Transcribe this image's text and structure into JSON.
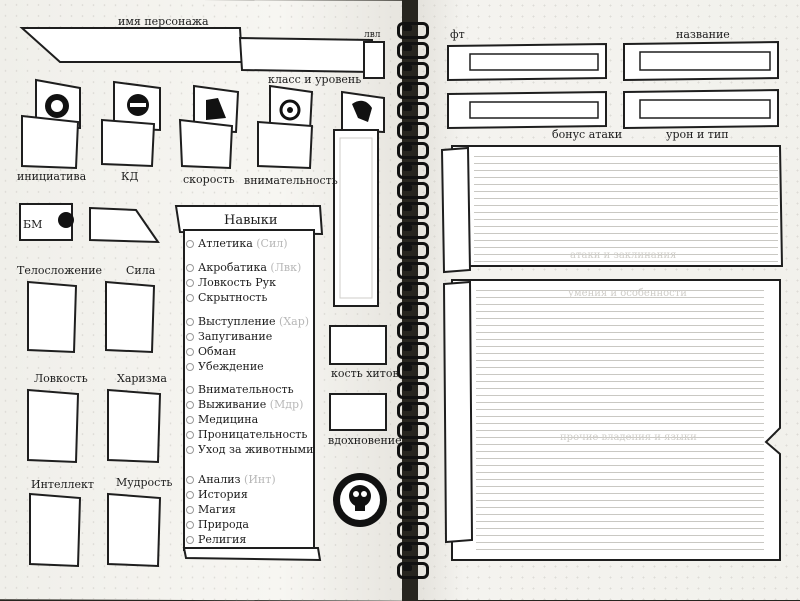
{
  "left": {
    "character_name": "имя персонажа",
    "level_short": "лвл",
    "class_level": "класс и уровень",
    "initiative": "инициатива",
    "ac": "КД",
    "speed": "скорость",
    "perception": "внимательность",
    "proficiency": "БМ",
    "constitution": "Телосложение",
    "strength": "Сила",
    "dexterity": "Ловкость",
    "charisma": "Харизма",
    "intelligence": "Интеллект",
    "wisdom": "Мудрость",
    "hit_dice": "кость хитов",
    "inspiration": "вдохновение",
    "skills_title": "Навыки",
    "skills": [
      {
        "name": "Атлетика",
        "ability": "(Сил)"
      },
      {
        "name": "Акробатика",
        "ability": "(Лвк)"
      },
      {
        "name": "Ловкость Рук",
        "ability": ""
      },
      {
        "name": "Скрытность",
        "ability": ""
      },
      {
        "name": "Выступление",
        "ability": "(Хар)"
      },
      {
        "name": "Запугивание",
        "ability": ""
      },
      {
        "name": "Обман",
        "ability": ""
      },
      {
        "name": "Убеждение",
        "ability": ""
      },
      {
        "name": "Внимательность",
        "ability": ""
      },
      {
        "name": "Выживание",
        "ability": "(Мдр)"
      },
      {
        "name": "Медицина",
        "ability": ""
      },
      {
        "name": "Проницательность",
        "ability": ""
      },
      {
        "name": "Уход за животными",
        "ability": ""
      },
      {
        "name": "Анализ",
        "ability": "(Инт)"
      },
      {
        "name": "История",
        "ability": ""
      },
      {
        "name": "Магия",
        "ability": ""
      },
      {
        "name": "Природа",
        "ability": ""
      },
      {
        "name": "Религия",
        "ability": ""
      }
    ]
  },
  "right": {
    "hp": "фт",
    "name_label": "название",
    "attack_bonus": "бонус атаки",
    "damage_type": "урон и тип",
    "faint_1": "атаки и заклинания",
    "faint_2": "умения и особенности",
    "faint_3": "прочие владения и языки"
  },
  "icons": [
    "initiative-icon",
    "armor-helmet-icon",
    "boot-icon",
    "eye-icon",
    "meat-leg-icon",
    "compass-icon",
    "skull-crossbones-icon"
  ]
}
